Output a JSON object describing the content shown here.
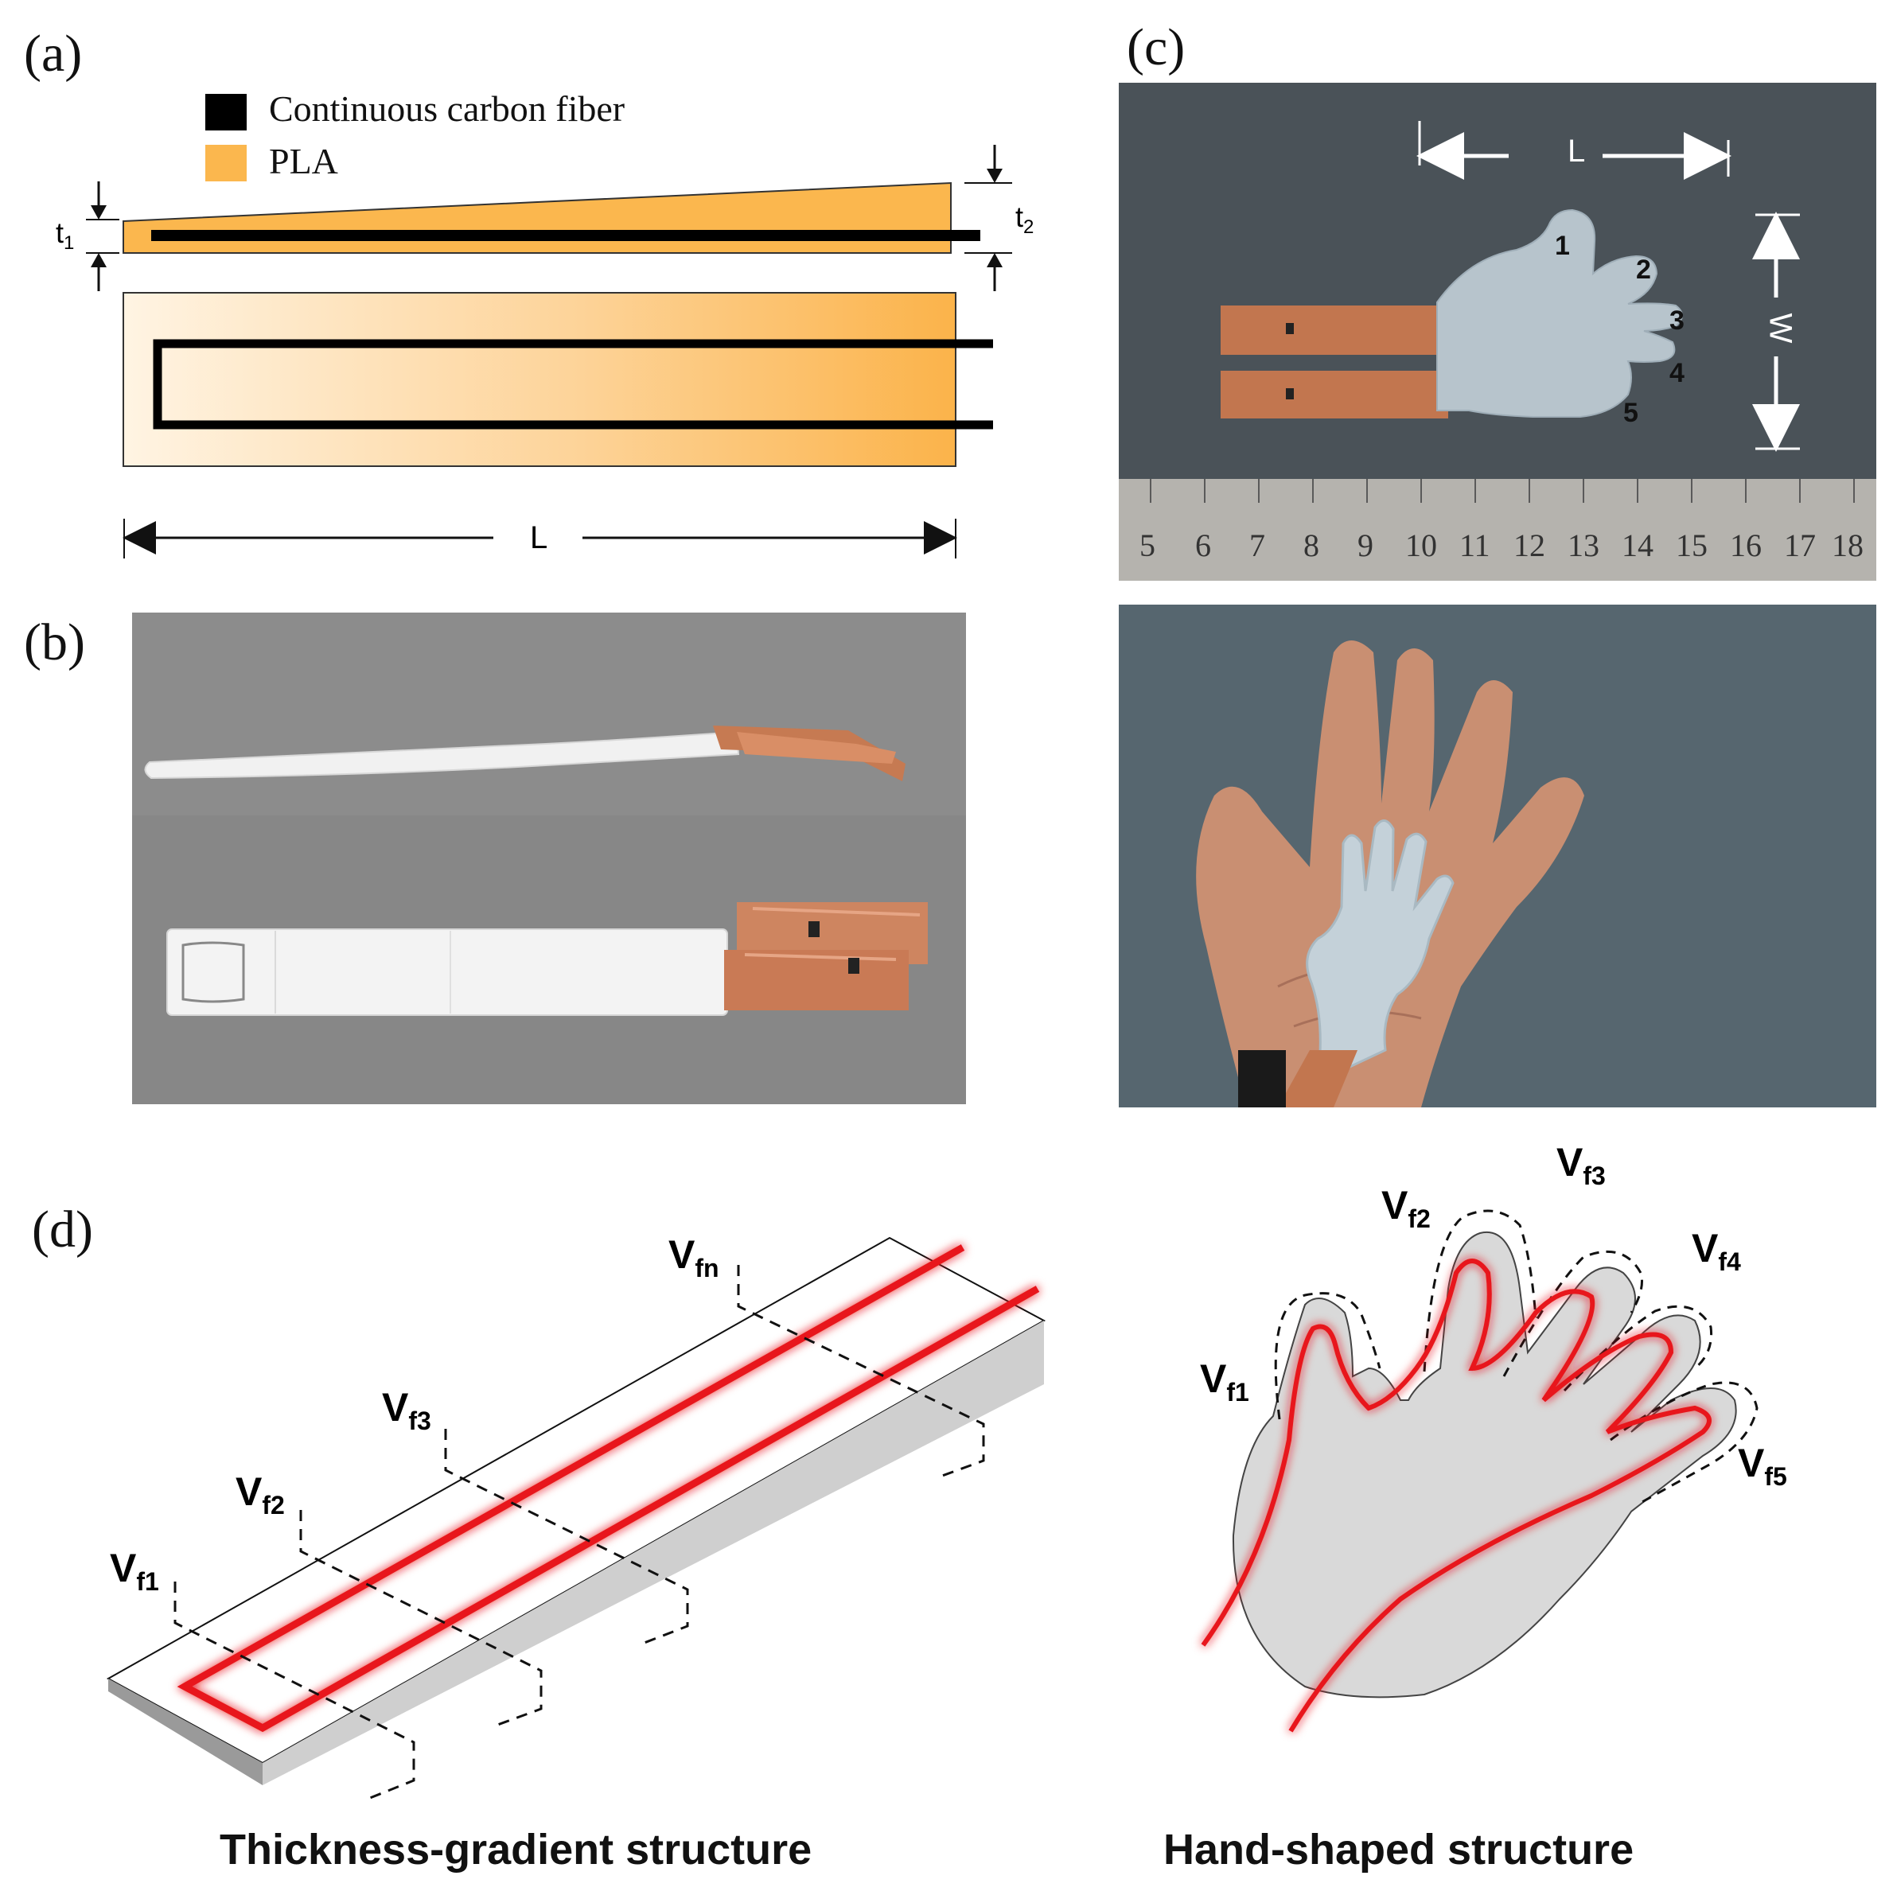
{
  "panels": {
    "a": {
      "label": "(a)",
      "legend": [
        {
          "text": "Continuous carbon fiber",
          "color": "#000000"
        },
        {
          "text": "PLA",
          "color": "#FBB74E"
        }
      ],
      "t1_base": "t",
      "t1_sub": "1",
      "t2_base": "t",
      "t2_sub": "2",
      "length": "L"
    },
    "b": {
      "label": "(b)"
    },
    "c": {
      "label": "(c)",
      "length": "L",
      "width": "W",
      "finger_numbers": [
        "1",
        "2",
        "3",
        "4",
        "5"
      ],
      "ruler_numbers": [
        "5",
        "6",
        "7",
        "8",
        "9",
        "10",
        "11",
        "12",
        "13",
        "14",
        "15",
        "16",
        "17",
        "18"
      ]
    },
    "d": {
      "label": "(d)",
      "bar_labels": [
        {
          "base": "V",
          "sub": "fn"
        },
        {
          "base": "V",
          "sub": "f3"
        },
        {
          "base": "V",
          "sub": "f2"
        },
        {
          "base": "V",
          "sub": "f1"
        }
      ],
      "hand_labels": [
        {
          "base": "V",
          "sub": "f1"
        },
        {
          "base": "V",
          "sub": "f2"
        },
        {
          "base": "V",
          "sub": "f3"
        },
        {
          "base": "V",
          "sub": "f4"
        },
        {
          "base": "V",
          "sub": "f5"
        }
      ],
      "caption_left": "Thickness-gradient structure",
      "caption_right": "Hand-shaped structure"
    }
  },
  "colors": {
    "pla": "#FBB74E",
    "fiber": "#000000",
    "copper": "#C97A55",
    "photo_bg": "#4A5258",
    "red_fiber": "#E8141A"
  }
}
